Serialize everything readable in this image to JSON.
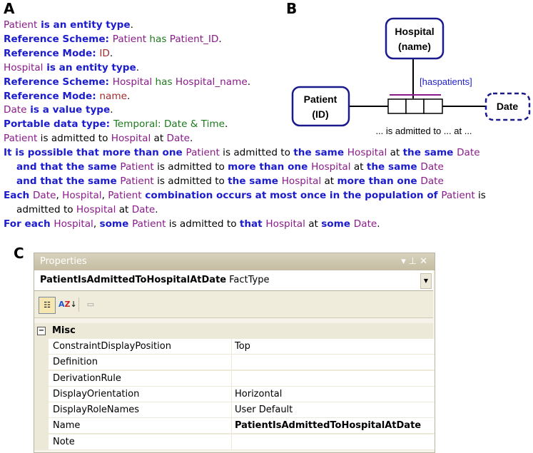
{
  "panel_labels": {
    "a": "A",
    "b": "B",
    "c": "C"
  },
  "verbalization": [
    {
      "indent": false,
      "parts": [
        {
          "t": "Patient",
          "c": "ob"
        },
        {
          "t": " is an entity type",
          "c": "k"
        },
        {
          "t": ".",
          "c": "pl"
        }
      ]
    },
    {
      "indent": false,
      "parts": [
        {
          "t": "Reference Scheme: ",
          "c": "k"
        },
        {
          "t": "Patient",
          "c": "ob"
        },
        {
          "t": " has ",
          "c": "vt"
        },
        {
          "t": "Patient_ID",
          "c": "ob"
        },
        {
          "t": ".",
          "c": "pl"
        }
      ]
    },
    {
      "indent": false,
      "parts": [
        {
          "t": "Reference Mode: ",
          "c": "k"
        },
        {
          "t": "ID",
          "c": "md"
        },
        {
          "t": ".",
          "c": "pl"
        }
      ]
    },
    {
      "indent": false,
      "parts": [
        {
          "t": "Hospital",
          "c": "ob"
        },
        {
          "t": " is an entity type",
          "c": "k"
        },
        {
          "t": ".",
          "c": "pl"
        }
      ]
    },
    {
      "indent": false,
      "parts": [
        {
          "t": "Reference Scheme: ",
          "c": "k"
        },
        {
          "t": "Hospital",
          "c": "ob"
        },
        {
          "t": " has ",
          "c": "vt"
        },
        {
          "t": "Hospital_name",
          "c": "ob"
        },
        {
          "t": ".",
          "c": "pl"
        }
      ]
    },
    {
      "indent": false,
      "parts": [
        {
          "t": "Reference Mode: ",
          "c": "k"
        },
        {
          "t": "name",
          "c": "md"
        },
        {
          "t": ".",
          "c": "pl"
        }
      ]
    },
    {
      "indent": false,
      "parts": [
        {
          "t": "Date",
          "c": "ob"
        },
        {
          "t": " is a value type",
          "c": "k"
        },
        {
          "t": ".",
          "c": "pl"
        }
      ]
    },
    {
      "indent": false,
      "parts": [
        {
          "t": "Portable data type: ",
          "c": "k"
        },
        {
          "t": "Temporal: Date & Time",
          "c": "vt"
        },
        {
          "t": ".",
          "c": "pl"
        }
      ]
    },
    {
      "indent": false,
      "parts": [
        {
          "t": "Patient",
          "c": "ob"
        },
        {
          "t": " is admitted to ",
          "c": "pl"
        },
        {
          "t": "Hospital",
          "c": "ob"
        },
        {
          "t": " at ",
          "c": "pl"
        },
        {
          "t": "Date",
          "c": "ob"
        },
        {
          "t": ".",
          "c": "pl"
        }
      ]
    },
    {
      "indent": false,
      "parts": [
        {
          "t": "It is possible that more than one ",
          "c": "k"
        },
        {
          "t": "Patient",
          "c": "ob"
        },
        {
          "t": " is admitted to ",
          "c": "pl"
        },
        {
          "t": "the same ",
          "c": "k"
        },
        {
          "t": "Hospital",
          "c": "ob"
        },
        {
          "t": " at ",
          "c": "pl"
        },
        {
          "t": "the same ",
          "c": "k"
        },
        {
          "t": "Date",
          "c": "ob"
        }
      ]
    },
    {
      "indent": true,
      "parts": [
        {
          "t": "and that the same ",
          "c": "k"
        },
        {
          "t": "Patient",
          "c": "ob"
        },
        {
          "t": " is admitted to ",
          "c": "pl"
        },
        {
          "t": "more than one ",
          "c": "k"
        },
        {
          "t": "Hospital",
          "c": "ob"
        },
        {
          "t": " at ",
          "c": "pl"
        },
        {
          "t": "the same ",
          "c": "k"
        },
        {
          "t": "Date",
          "c": "ob"
        }
      ]
    },
    {
      "indent": true,
      "parts": [
        {
          "t": "and that the same ",
          "c": "k"
        },
        {
          "t": "Patient",
          "c": "ob"
        },
        {
          "t": " is admitted to ",
          "c": "pl"
        },
        {
          "t": "the same ",
          "c": "k"
        },
        {
          "t": "Hospital",
          "c": "ob"
        },
        {
          "t": " at ",
          "c": "pl"
        },
        {
          "t": "more than one ",
          "c": "k"
        },
        {
          "t": "Date",
          "c": "ob"
        }
      ]
    },
    {
      "indent": false,
      "parts": [
        {
          "t": "Each ",
          "c": "k"
        },
        {
          "t": "Date",
          "c": "ob"
        },
        {
          "t": ", ",
          "c": "pl"
        },
        {
          "t": "Hospital",
          "c": "ob"
        },
        {
          "t": ", ",
          "c": "pl"
        },
        {
          "t": "Patient",
          "c": "ob"
        },
        {
          "t": " combination occurs at most once in the population of ",
          "c": "k"
        },
        {
          "t": "Patient",
          "c": "ob"
        },
        {
          "t": " is",
          "c": "pl"
        }
      ]
    },
    {
      "indent": true,
      "parts": [
        {
          "t": "admitted to ",
          "c": "pl"
        },
        {
          "t": "Hospital",
          "c": "ob"
        },
        {
          "t": " at ",
          "c": "pl"
        },
        {
          "t": "Date",
          "c": "ob"
        },
        {
          "t": ".",
          "c": "pl"
        }
      ]
    },
    {
      "indent": false,
      "parts": [
        {
          "t": "For each ",
          "c": "k"
        },
        {
          "t": "Hospital",
          "c": "ob"
        },
        {
          "t": ", ",
          "c": "pl"
        },
        {
          "t": "some ",
          "c": "k"
        },
        {
          "t": "Patient",
          "c": "ob"
        },
        {
          "t": " is admitted to ",
          "c": "pl"
        },
        {
          "t": "that ",
          "c": "k"
        },
        {
          "t": "Hospital",
          "c": "ob"
        },
        {
          "t": " at ",
          "c": "pl"
        },
        {
          "t": "some ",
          "c": "k"
        },
        {
          "t": "Date",
          "c": "ob"
        },
        {
          "t": ".",
          "c": "pl"
        }
      ]
    }
  ],
  "diagram": {
    "hospital_name": "Hospital",
    "hospital_ref": "(name)",
    "patient_name": "Patient",
    "patient_ref": "(ID)",
    "date_name": "Date",
    "role_name_label": "[haspatients]",
    "reading": "... is admitted to ... at ...",
    "entity_color": "#1a1a8c",
    "constraint_color": "#8a1a8a",
    "role_label_color": "#2222cc"
  },
  "properties": {
    "title": "Properties",
    "selected_name": "PatientIsAdmittedToHospitalAtDate",
    "selected_type": "FactType",
    "category": "Misc",
    "category_toggle": "⊟",
    "rows": [
      {
        "name": "ConstraintDisplayPosition",
        "value": ""
      },
      {
        "name": "Definition",
        "value": ""
      },
      {
        "name": "DerivationRule",
        "value": ""
      },
      {
        "name": "DisplayOrientation",
        "value": ""
      },
      {
        "name": "DisplayRoleNames",
        "value": ""
      },
      {
        "name": "Name",
        "value": ""
      },
      {
        "name": "Note",
        "value": ""
      }
    ],
    "values": [
      "Top",
      "",
      "",
      "Horizontal",
      "User Default",
      "PatientIsAdmittedToHospitalAtDate",
      ""
    ]
  }
}
